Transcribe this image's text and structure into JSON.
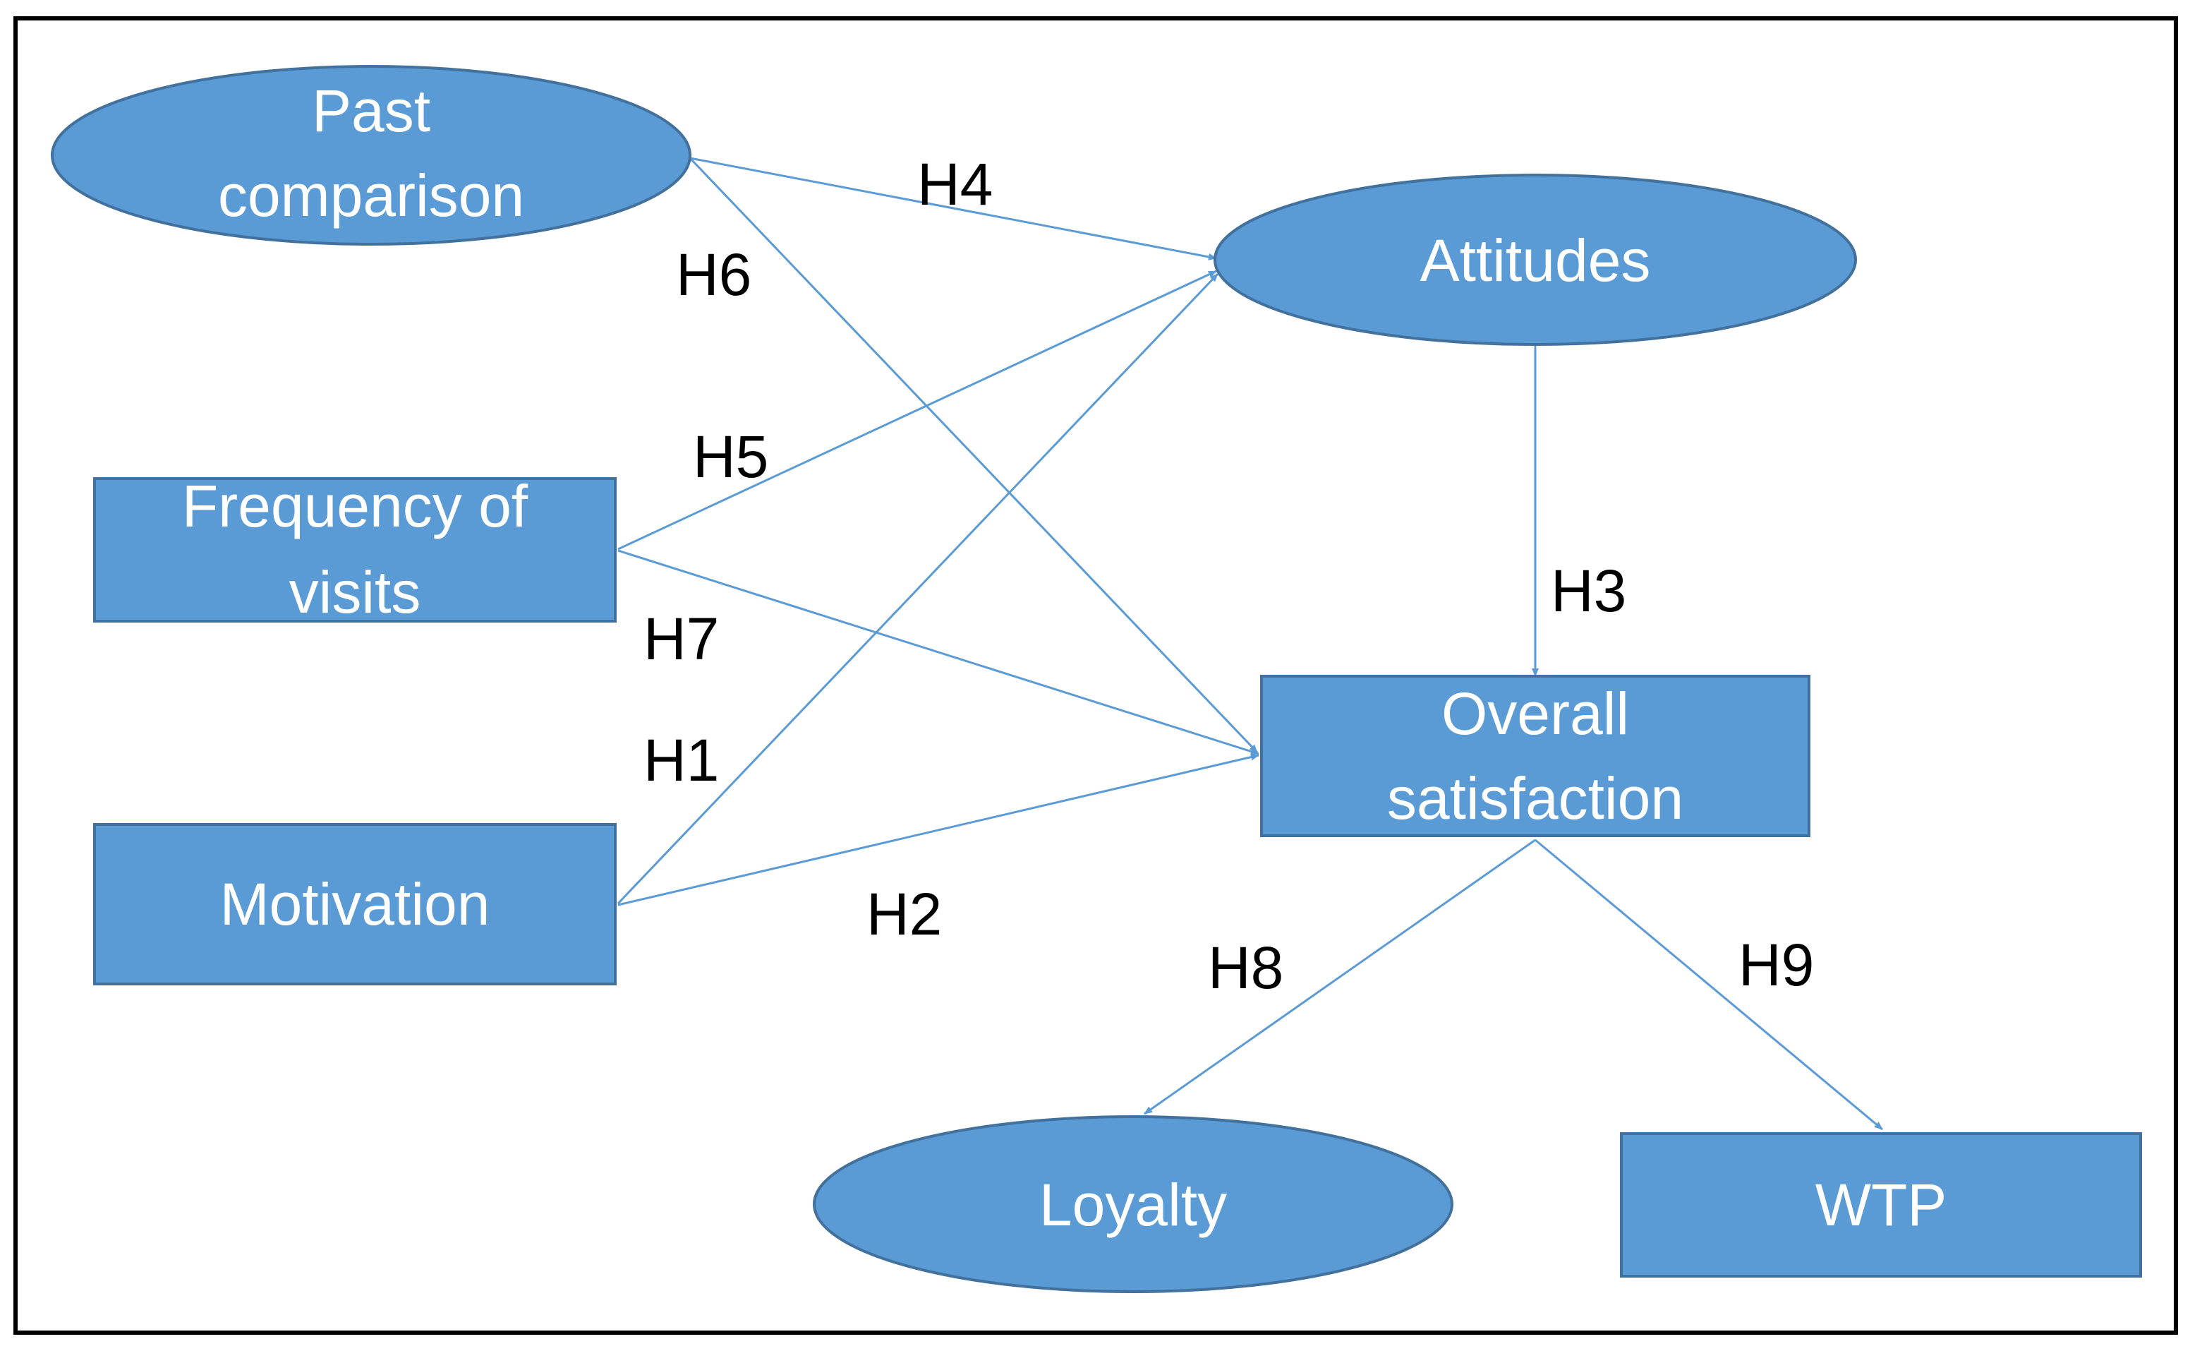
{
  "nodes": {
    "past_comparison": [
      "Past",
      "comparison"
    ],
    "attitudes": [
      "Attitudes"
    ],
    "frequency_of_visits": [
      "Frequency of",
      "visits"
    ],
    "overall_satisfaction": [
      "Overall",
      "satisfaction"
    ],
    "motivation": [
      "Motivation"
    ],
    "loyalty": [
      "Loyalty"
    ],
    "wtp": [
      "WTP"
    ]
  },
  "hypotheses": {
    "h1": "H1",
    "h2": "H2",
    "h3": "H3",
    "h4": "H4",
    "h5": "H5",
    "h6": "H6",
    "h7": "H7",
    "h8": "H8",
    "h9": "H9"
  },
  "colors": {
    "node_fill": "#5b9bd5",
    "node_stroke": "#41719c",
    "edge": "#5b9bd5",
    "frame": "#000000",
    "label": "#000000"
  }
}
